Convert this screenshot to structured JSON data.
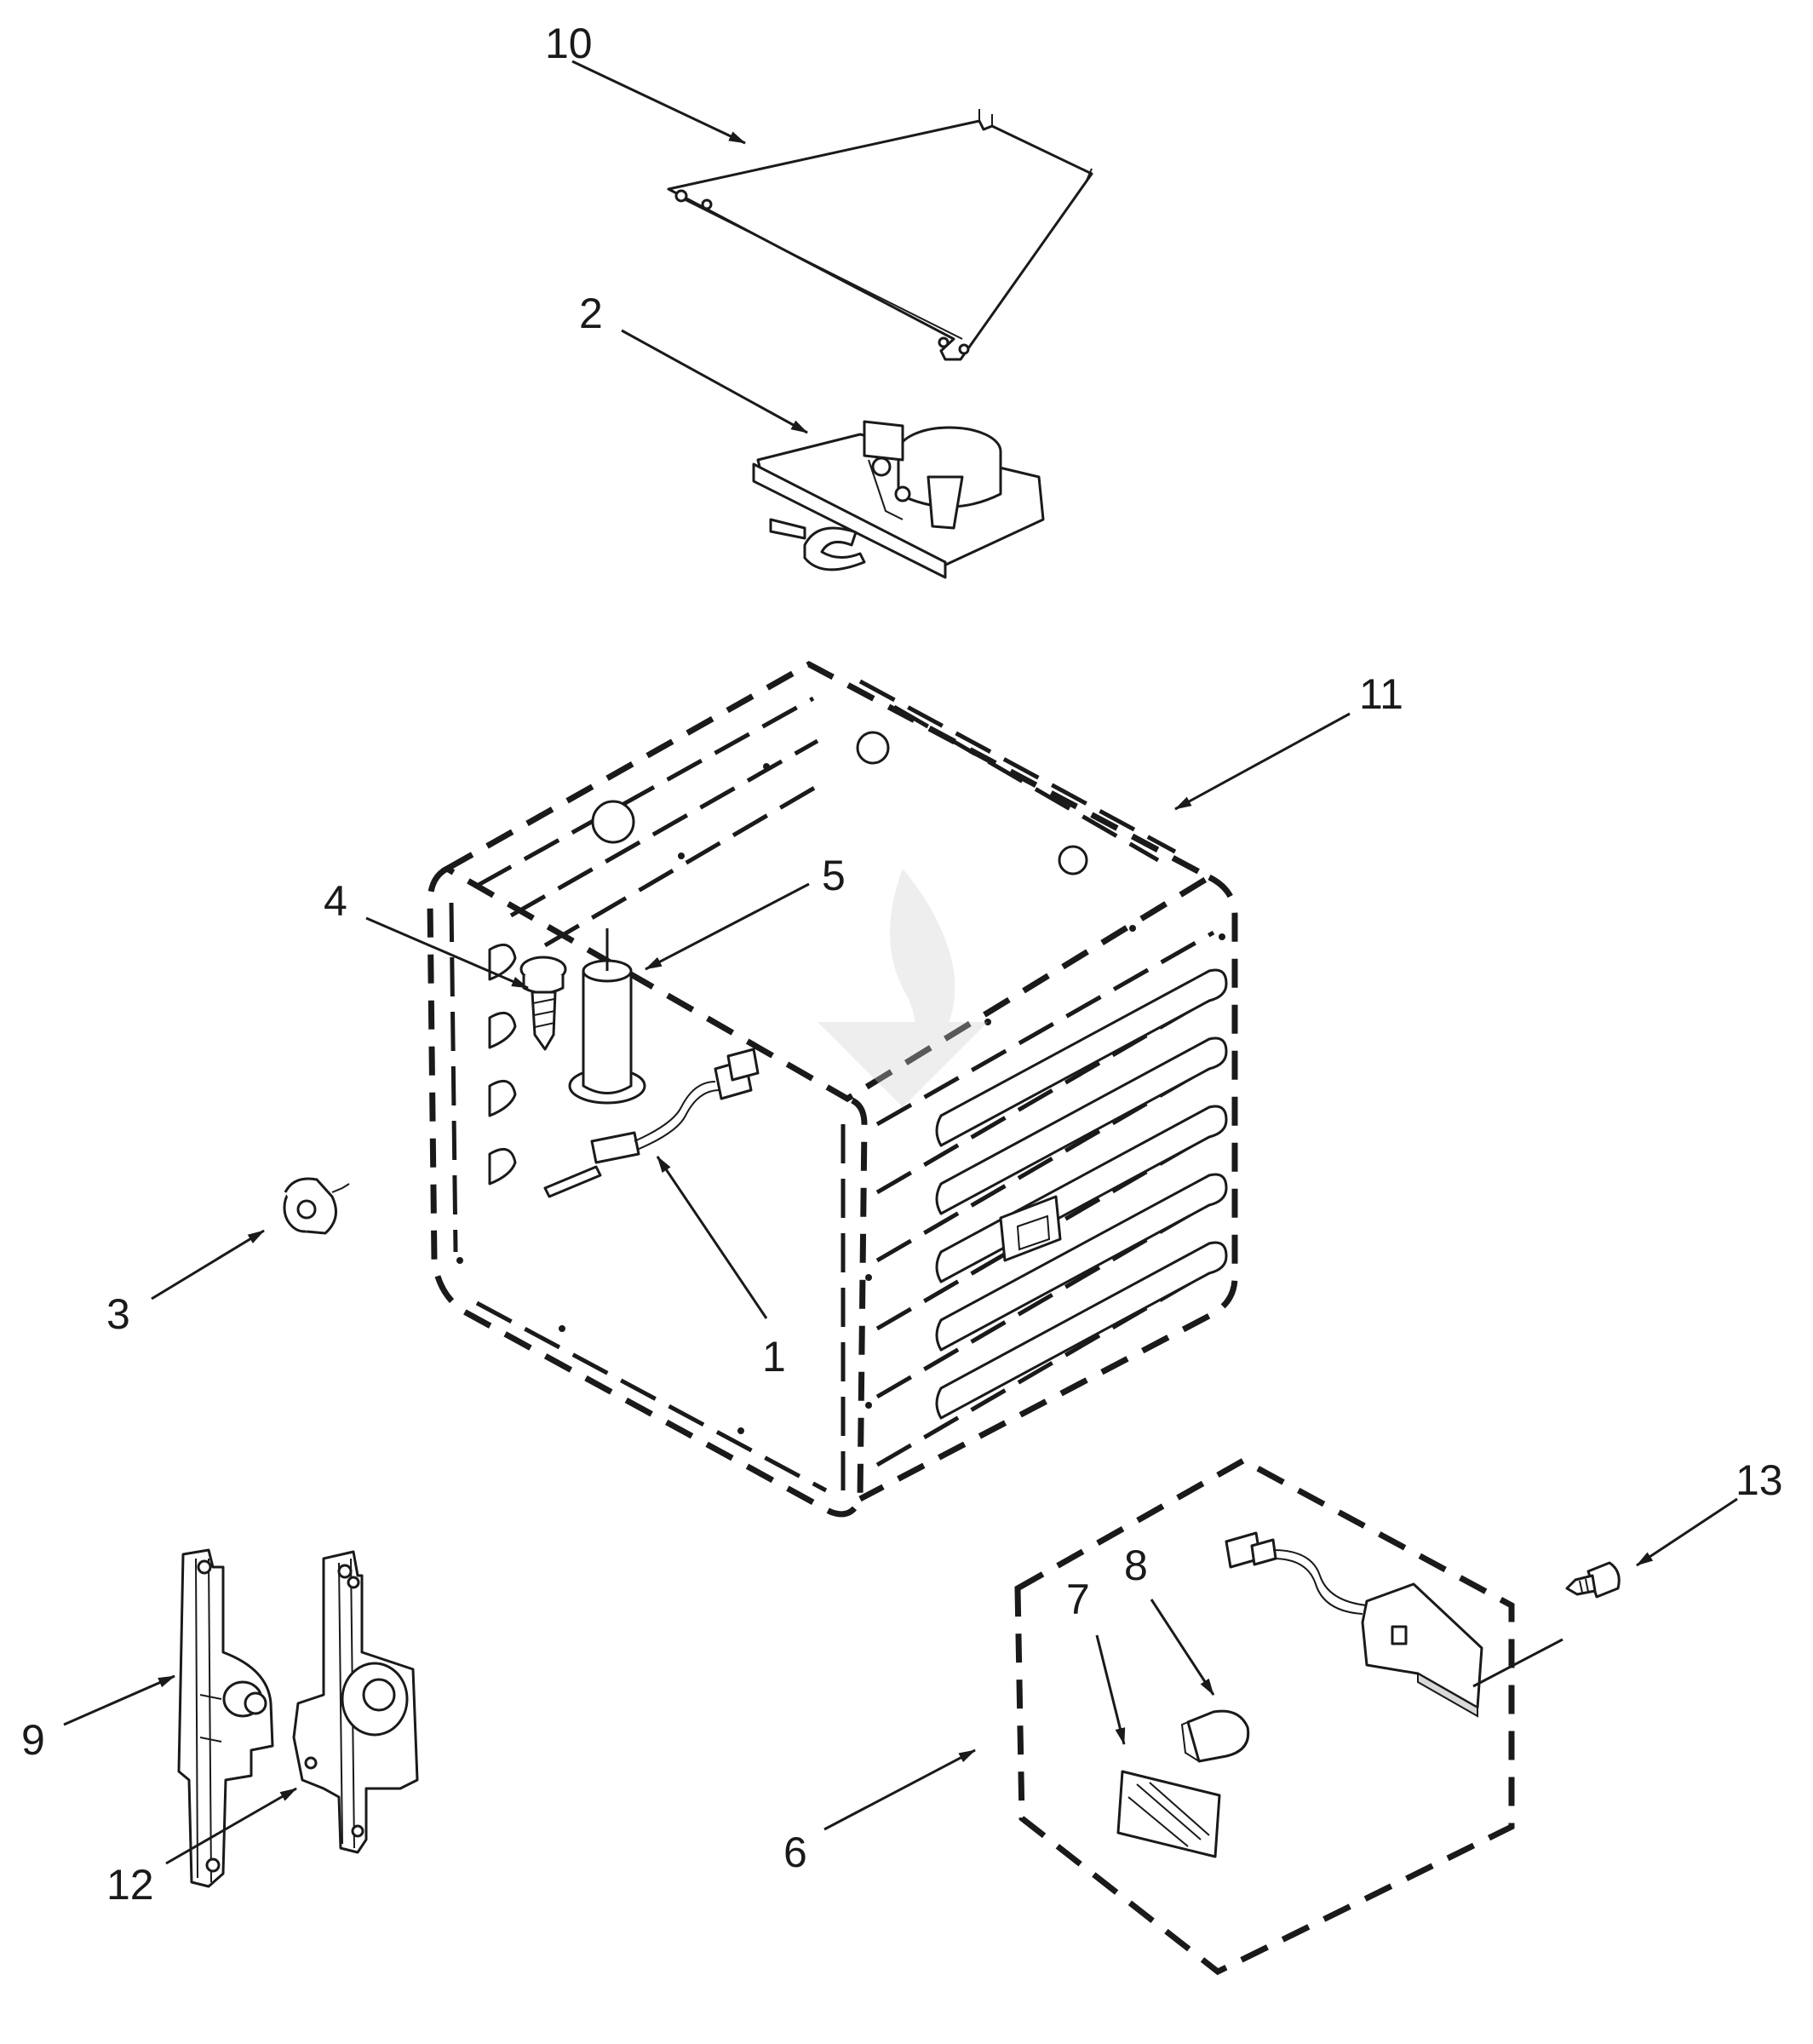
{
  "diagram": {
    "callouts": [
      {
        "id": "1",
        "label": "1"
      },
      {
        "id": "2",
        "label": "2"
      },
      {
        "id": "3",
        "label": "3"
      },
      {
        "id": "4",
        "label": "4"
      },
      {
        "id": "5",
        "label": "5"
      },
      {
        "id": "6",
        "label": "6"
      },
      {
        "id": "7",
        "label": "7"
      },
      {
        "id": "8",
        "label": "8"
      },
      {
        "id": "9",
        "label": "9"
      },
      {
        "id": "10",
        "label": "10"
      },
      {
        "id": "11",
        "label": "11"
      },
      {
        "id": "12",
        "label": "12"
      },
      {
        "id": "13",
        "label": "13"
      }
    ],
    "colors": {
      "line": "#1a1a1a",
      "background": "#ffffff",
      "shade": "#d9d9d9",
      "watermark": "#cfcfcf"
    },
    "icons": [
      "flame-logo-watermark"
    ]
  }
}
